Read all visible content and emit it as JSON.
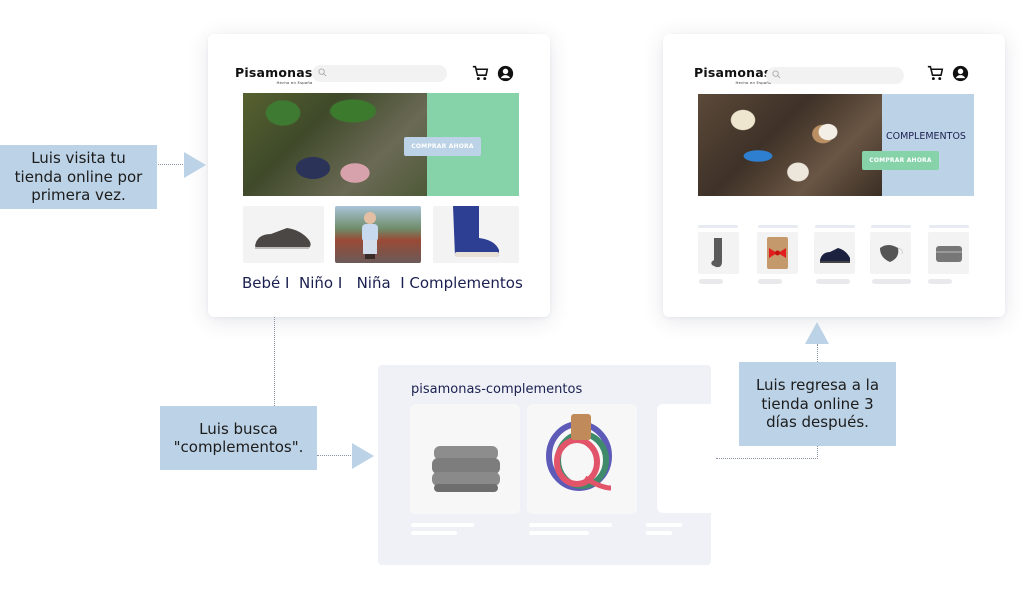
{
  "colors": {
    "callout_bg": "#bcd2e6",
    "cta_green": "#86d3a9",
    "cta_blue": "#bcd2e6",
    "panel_blue": "#bcd2e6",
    "navy_text": "#1b2050"
  },
  "store_first_visit": {
    "logo": "Pisamonas",
    "logo_tagline": "Hecho en España",
    "search_icon": "search-icon",
    "cart_icon": "cart-icon",
    "account_icon": "user-circle-icon",
    "banner_cta": "COMPRAR AHORA",
    "categories": [
      "Bebé I",
      "Niño I",
      "Niña",
      "I Complementos"
    ],
    "category_line": "Bebé I  Niño I   Niña  I Complementos",
    "thumbnails": [
      "grey-sneaker",
      "boy-sitting-on-steps",
      "blue-rain-boot"
    ]
  },
  "store_return_visit": {
    "logo": "Pisamonas",
    "logo_tagline": "Hecho en España",
    "banner_title": "COMPLEMENTOS",
    "banner_cta": "COMPRAR AHORA",
    "products": [
      "grey-knee-sock",
      "red-hair-bow",
      "navy-sneaker",
      "patterned-face-mask",
      "grey-knit-tights"
    ]
  },
  "search_results": {
    "title": "pisamonas-complementos",
    "items": [
      "grey-knit-socks",
      "multicolor-braided-laces"
    ]
  },
  "callouts": {
    "first_visit": "Luis visita tu tienda online por primera vez.",
    "search": "Luis busca \"complementos\".",
    "return": "Luis regresa a la tienda online 3 días después."
  }
}
